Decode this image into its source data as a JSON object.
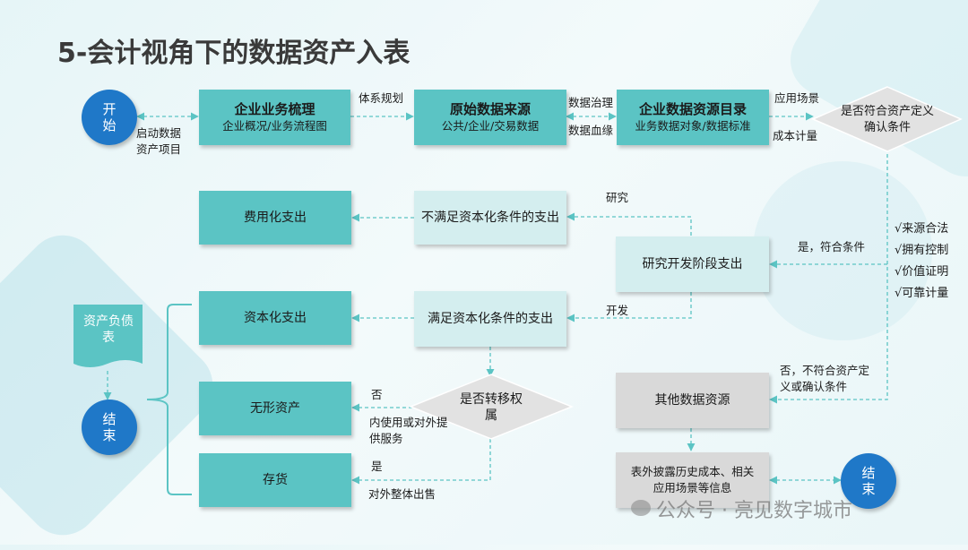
{
  "title": "5-会计视角下的数据资产入表",
  "start": "开始",
  "end": "结束",
  "boxes": {
    "sort_title": "企业业务梳理",
    "sort_sub": "企业概况/业务流程图",
    "source_title": "原始数据来源",
    "source_sub": "公共/企业/交易数据",
    "catalog_title": "企业数据资源目录",
    "catalog_sub": "业务数据对象/数据标准",
    "expense": "费用化支出",
    "not_capital": "不满足资本化条件的支出",
    "rd": "研究开发阶段支出",
    "capitalized": "资本化支出",
    "capital_meet": "满足资本化条件的支出",
    "intangible": "无形资产",
    "inventory": "存货",
    "other_data": "其他数据资源",
    "disclosure": "表外披露历史成本、相关应用场景等信息",
    "balance_sheet": "资产负债表"
  },
  "diamonds": {
    "asset_def": "是否符合资产定义确认条件",
    "transfer": "是否转移权属"
  },
  "labels": {
    "launch": "启动数据资产项目",
    "system_plan": "体系规划",
    "governance": "数据治理",
    "lineage": "数据血缘",
    "scenario": "应用场景",
    "cost_measure": "成本计量",
    "research": "研究",
    "yes_meet": "是，符合条件",
    "develop": "开发",
    "no_meet": "否，不符合资产定义或确认条件",
    "no": "否",
    "internal_use": "内使用或对外提供服务",
    "yes": "是",
    "sell": "对外整体出售"
  },
  "conditions": [
    "√来源合法",
    "√拥有控制",
    "√价值证明",
    "√可靠计量"
  ],
  "watermark": "公众号 · 亮见数字城市",
  "colors": {
    "teal": "#5bc4c4",
    "light": "#d4eeef",
    "gray": "#d9d9d9",
    "circle": "#1f78c8",
    "line": "#5bc4c4"
  }
}
